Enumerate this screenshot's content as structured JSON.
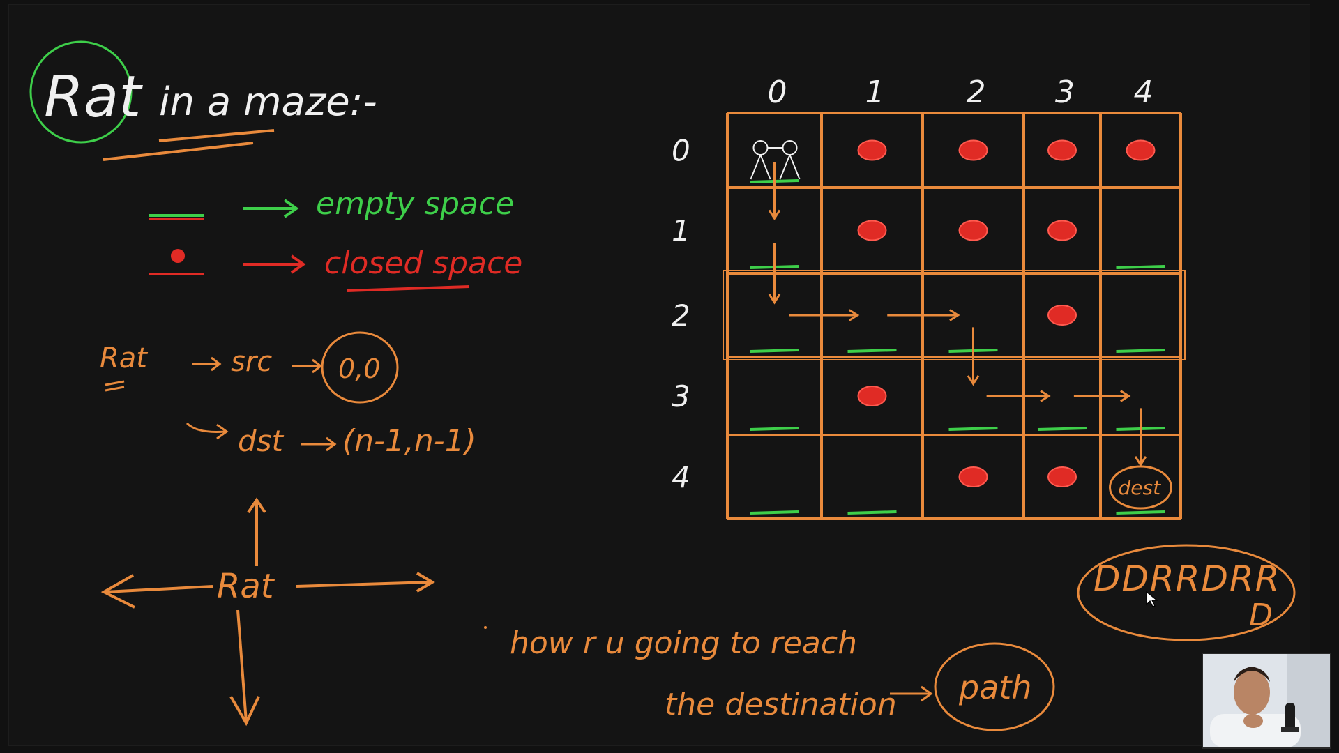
{
  "title": {
    "circled": "Rat",
    "rest": "in a maze:-"
  },
  "legend": {
    "empty_label": "empty space",
    "closed_label": "closed space"
  },
  "rat_notes": {
    "label": "Rat",
    "src_text": "src",
    "src_value": "0,0",
    "dst_text": "dst",
    "dst_value": "(n-1,n-1)"
  },
  "direction_diagram": {
    "center_label": "Rat"
  },
  "question": {
    "line1": "how r u going to reach",
    "line2": "the destination",
    "answer": "path"
  },
  "maze": {
    "col_labels": [
      "0",
      "1",
      "2",
      "3",
      "4"
    ],
    "row_labels": [
      "0",
      "1",
      "2",
      "3",
      "4"
    ],
    "blocked": [
      [
        0,
        1
      ],
      [
        0,
        2
      ],
      [
        0,
        3
      ],
      [
        0,
        4
      ],
      [
        1,
        1
      ],
      [
        1,
        2
      ],
      [
        1,
        3
      ],
      [
        2,
        3
      ],
      [
        3,
        1
      ],
      [
        4,
        2
      ],
      [
        4,
        3
      ]
    ],
    "dest_label": "dest",
    "path_moves": [
      "D",
      "D",
      "R",
      "R",
      "D",
      "R",
      "R",
      "D"
    ]
  },
  "answer_path": {
    "line1": "DDRRDRR",
    "line2": "D"
  },
  "colors": {
    "orange": "#e98a3c",
    "green": "#3ecf4a",
    "red": "#e02b25"
  }
}
